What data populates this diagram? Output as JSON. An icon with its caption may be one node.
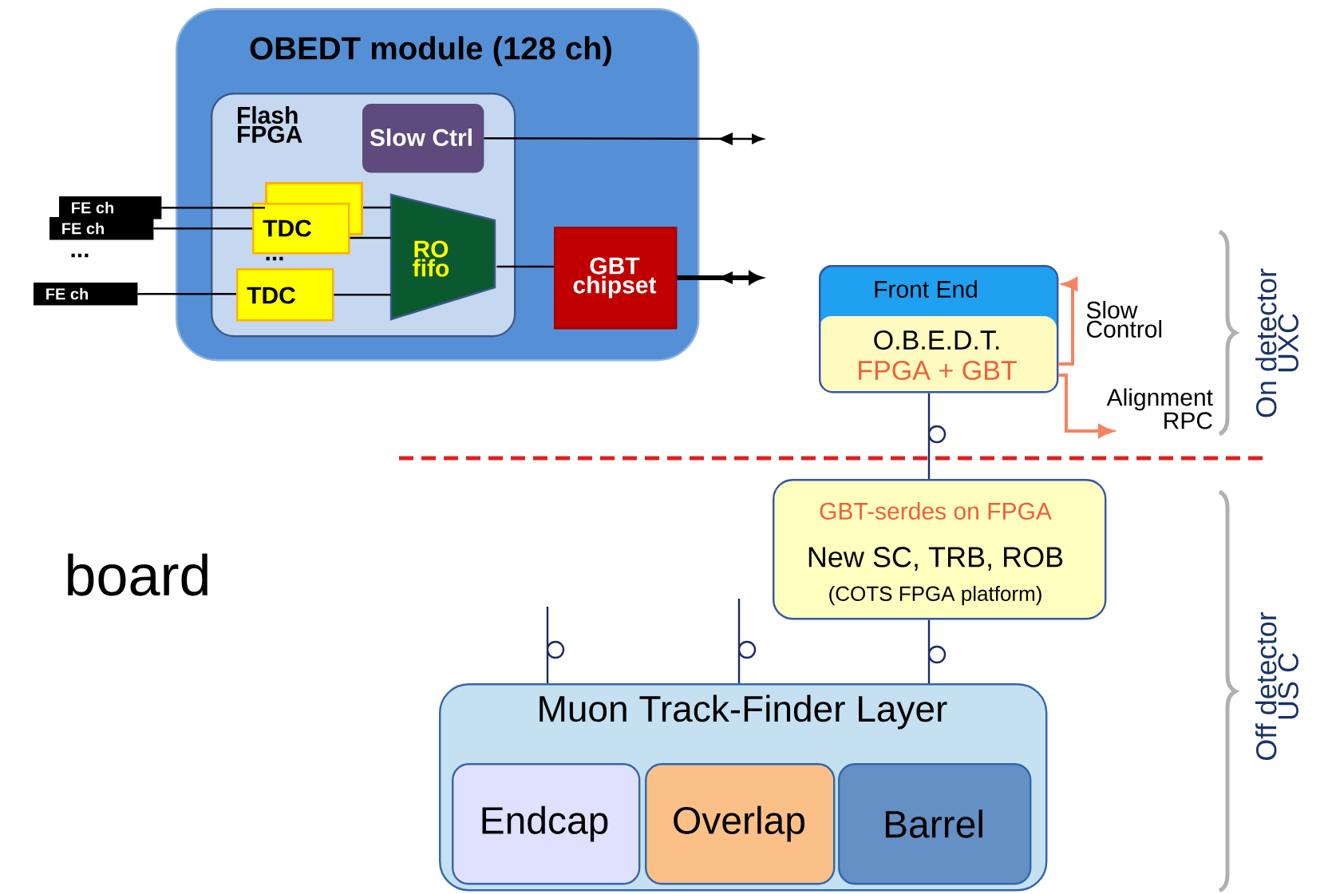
{
  "diagram": {
    "nodes": [
      {
        "text": [
          "OBEDT module (128 ch)"
        ]
      },
      {
        "text": [
          "Flash FPGA"
        ],
        "in": 0
      },
      {
        "text": [
          "Slow Ctrl"
        ],
        "in": 1
      },
      {
        "text": [],
        "shape": "box",
        "in": 1
      },
      {
        "text": [
          "TDC"
        ],
        "in": 1
      },
      {
        "text": [
          "TDC"
        ],
        "in": 1
      },
      {
        "text": [
          "RO fifo"
        ],
        "in": 1
      },
      {
        "text": [
          "GBT chipset"
        ],
        "in": 0
      },
      {
        "text": [
          "FE ch"
        ]
      },
      {
        "text": [
          "FE ch"
        ]
      },
      {
        "text": [
          "FE ch"
        ]
      },
      {
        "text": [
          "Front End",
          "O.B.E.D.T.",
          "FPGA + GBT"
        ]
      },
      {
        "text": [
          "Alignment RPC"
        ]
      },
      {
        "text": [
          "GBT-serdes on FPGA",
          "New SC, TRB, ROB",
          "(COTS FPGA platform)"
        ]
      },
      {
        "text": [
          "Muon Track-Finder Layer"
        ]
      },
      {
        "text": [
          "Endcap"
        ],
        "in": 14
      },
      {
        "text": [
          "Overlap"
        ],
        "in": 14
      },
      {
        "text": [
          "Barrel"
        ],
        "in": 14
      }
    ],
    "edges": [
      {
        "from": 8,
        "to": 3,
        "arrow": "none"
      },
      {
        "from": 9,
        "to": 4,
        "arrow": "none"
      },
      {
        "from": 10,
        "to": 5,
        "arrow": "none"
      },
      {
        "from": 3,
        "to": 6,
        "arrow": "none"
      },
      {
        "from": 4,
        "to": 6,
        "arrow": "none"
      },
      {
        "from": 5,
        "to": 6,
        "arrow": "none"
      },
      {
        "from": 6,
        "to": 7,
        "arrow": "none"
      },
      {
        "from": 2,
        "to": null,
        "arrow": "to"
      },
      {
        "from": 7,
        "to": null,
        "arrow": "to",
        "style": "thick"
      },
      {
        "from": 11,
        "to": 11,
        "arrow": "to",
        "label": "Slow Control",
        "color": "#f4845f"
      },
      {
        "from": 11,
        "to": 12,
        "arrow": "to",
        "color": "#f4845f"
      },
      {
        "from": 11,
        "to": 13,
        "arrow": "none",
        "color": "#1a2a66"
      },
      {
        "from": 13,
        "to": 14,
        "arrow": "none",
        "color": "#1a2a66"
      },
      {
        "from": null,
        "to": 14,
        "arrow": "none",
        "color": "#1a2a66"
      },
      {
        "from": null,
        "to": 14,
        "arrow": "none",
        "color": "#1a2a66"
      }
    ],
    "labels": [
      "...",
      "...",
      "board",
      "On detector UXC",
      "Off detector US C"
    ]
  }
}
